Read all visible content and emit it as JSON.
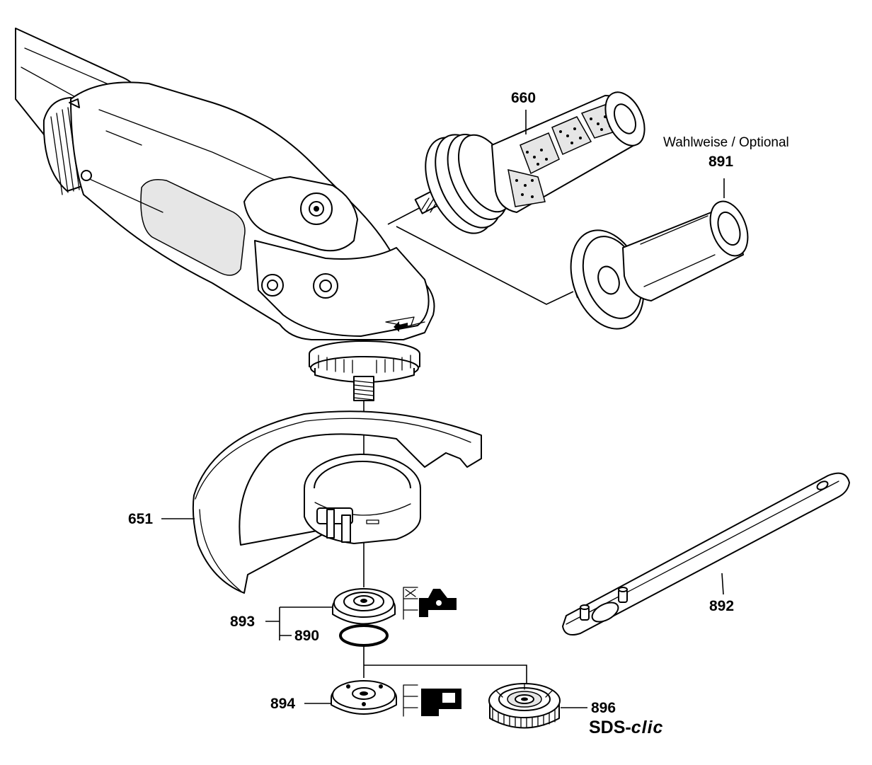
{
  "diagram": {
    "parts": {
      "grip_damping": "660",
      "optional_note": "Wahlweise / Optional",
      "grip_optional": "891",
      "guard": "651",
      "wrench": "892",
      "flange_set": "893",
      "o_ring": "890",
      "clamping_nut": "894",
      "quick_nut": "896",
      "quick_nut_brand_prefix": "SDS-",
      "quick_nut_brand_suffix": "clic"
    },
    "icons": [
      "flange-usage-icon",
      "clamping-nut-usage-icon"
    ]
  }
}
